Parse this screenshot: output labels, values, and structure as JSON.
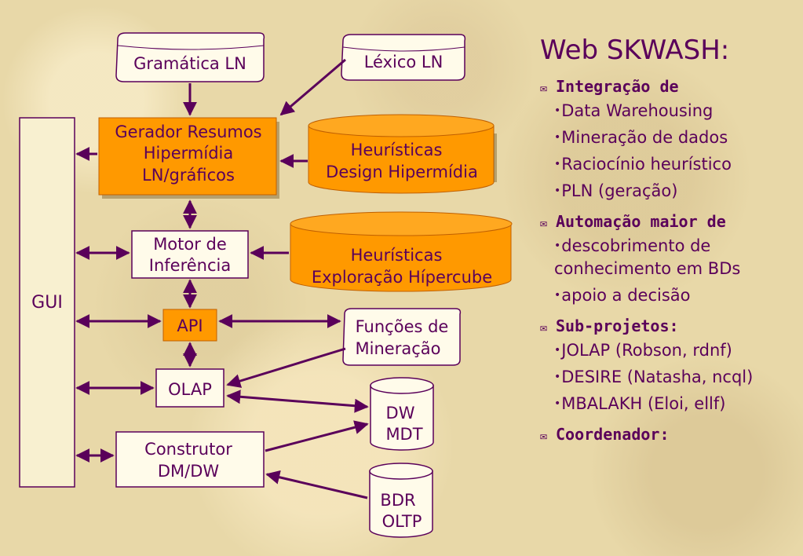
{
  "diagram": {
    "nodes": {
      "gramatica": "Gramática LN",
      "lexico": "Léxico LN",
      "gerador": [
        "Gerador Resumos",
        "Hipermídia",
        "LN/gráficos"
      ],
      "heur_design": [
        "Heurísticas",
        "Design Hipermídia"
      ],
      "motor": [
        "Motor de",
        "Inferência"
      ],
      "heur_expl": [
        "Heurísticas",
        "Exploração Hípercube"
      ],
      "gui": "GUI",
      "api": "API",
      "funcoes": [
        "Funções de",
        "Mineração"
      ],
      "olap": "OLAP",
      "dw": [
        "DW",
        "MDT"
      ],
      "construtor": [
        "Construtor",
        "DM/DW"
      ],
      "bdr": [
        "BDR",
        "OLTP"
      ]
    }
  },
  "sidebar": {
    "title": "Web SKWASH:",
    "sections": [
      {
        "heading": "Integração de",
        "items": [
          "Data Warehousing",
          "Mineração de dados",
          "Raciocínio heurístico",
          "PLN (geração)"
        ]
      },
      {
        "heading": "Automação maior de",
        "items": [
          "descobrimento de conhecimento em BDs",
          "apoio a decisão"
        ]
      },
      {
        "heading": "Sub-projetos:",
        "items": [
          "JOLAP (Robson, rdnf)",
          "DESIRE (Natasha, ncql)",
          "MBALAKH (Eloi, ellf)"
        ]
      },
      {
        "heading": "Coordenador:",
        "items": []
      }
    ]
  },
  "colors": {
    "accent": "#5a005a",
    "orange": "#ff9900",
    "node_fill": "#fffbea"
  },
  "icons": {
    "section_marker": "envelope-icon"
  }
}
